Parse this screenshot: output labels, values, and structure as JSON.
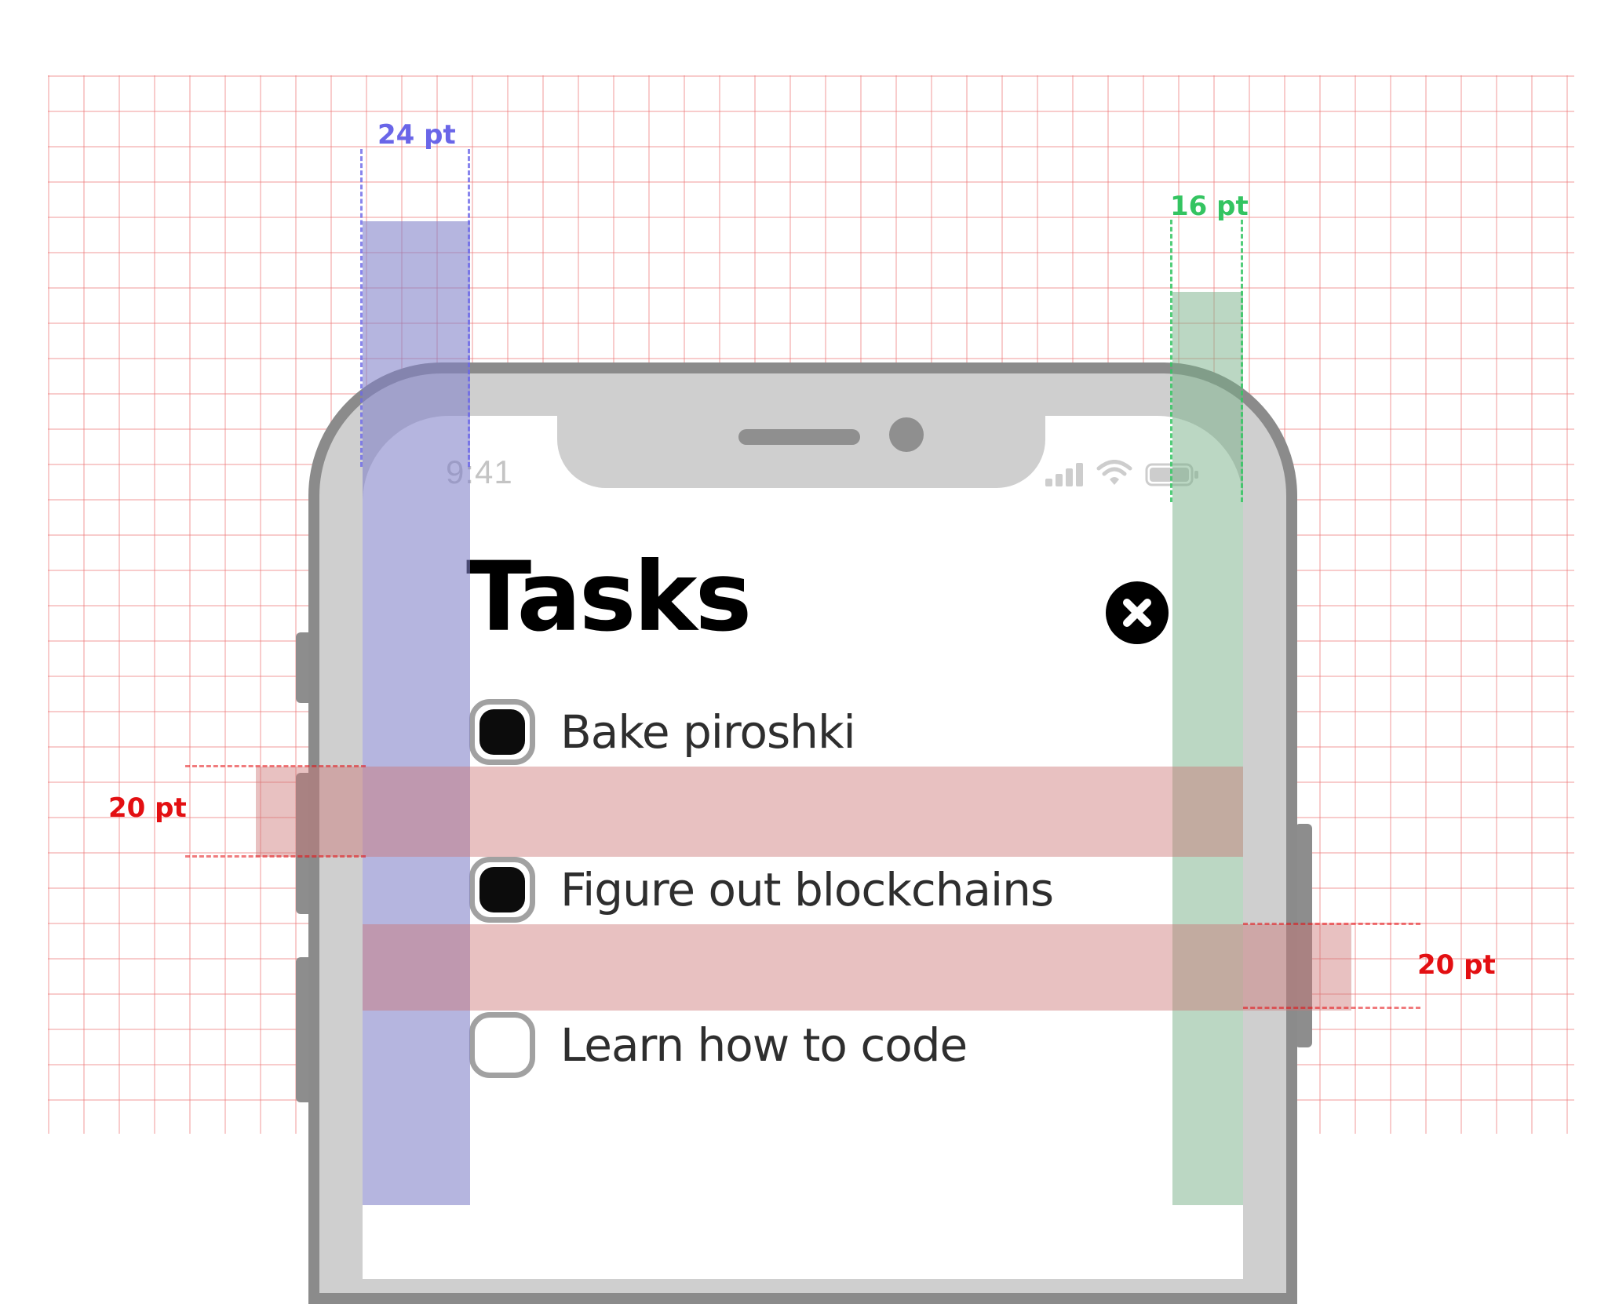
{
  "annotations": {
    "left_margin": {
      "label": "24 pt",
      "color": "#6a66e8"
    },
    "right_margin": {
      "label": "16 pt",
      "color": "#34c461"
    },
    "spacing_top": {
      "label": "20 pt",
      "color": "#e30f12"
    },
    "spacing_bottom": {
      "label": "20 pt",
      "color": "#e30f12"
    }
  },
  "status_bar": {
    "time": "9:41"
  },
  "app": {
    "title": "Tasks",
    "tasks": [
      {
        "label": "Bake piroshki",
        "checked": true
      },
      {
        "label": "Figure out blockchains",
        "checked": true
      },
      {
        "label": "Learn how to code",
        "checked": false
      }
    ]
  }
}
